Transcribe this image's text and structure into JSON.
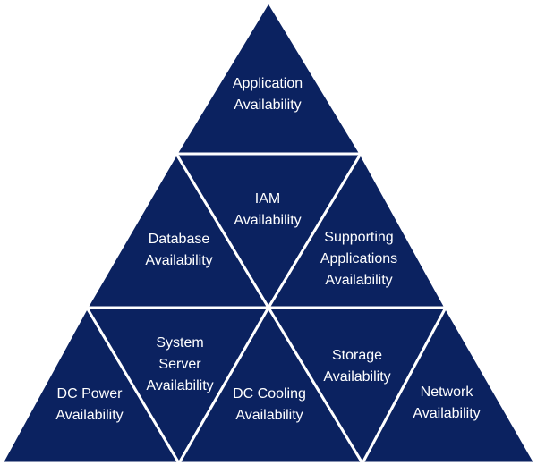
{
  "colors": {
    "fill": "#0b2260",
    "stroke": "#ffffff",
    "text": "#ffffff"
  },
  "segments": [
    {
      "id": "application",
      "lines": [
        "Application",
        "Availability"
      ]
    },
    {
      "id": "database",
      "lines": [
        "Database",
        "Availability"
      ]
    },
    {
      "id": "iam",
      "lines": [
        "IAM",
        "Availability"
      ]
    },
    {
      "id": "supporting-applications",
      "lines": [
        "Supporting",
        "Applications",
        "Availability"
      ]
    },
    {
      "id": "dc-power",
      "lines": [
        "DC Power",
        "Availability"
      ]
    },
    {
      "id": "system-server",
      "lines": [
        "System",
        "Server",
        "Availability"
      ]
    },
    {
      "id": "dc-cooling",
      "lines": [
        "DC Cooling",
        "Availability"
      ]
    },
    {
      "id": "storage",
      "lines": [
        "Storage",
        "Availability"
      ]
    },
    {
      "id": "network",
      "lines": [
        "Network",
        "Availability"
      ]
    }
  ]
}
